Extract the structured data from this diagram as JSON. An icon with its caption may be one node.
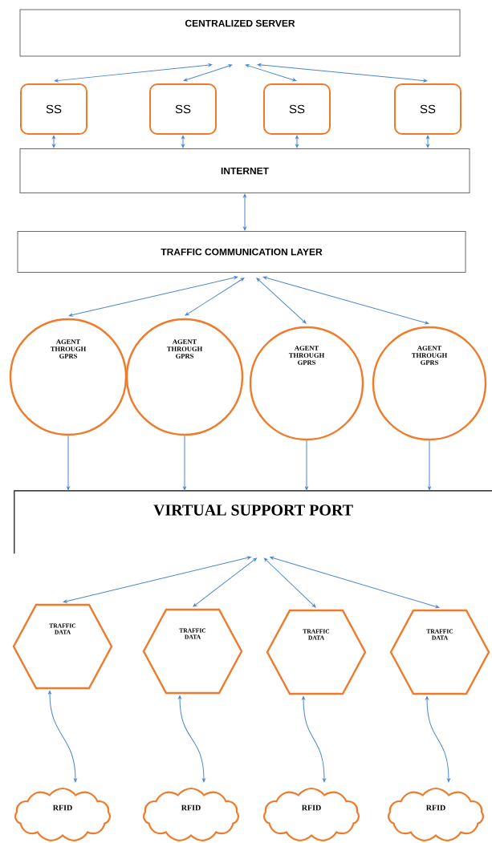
{
  "diagram": {
    "nodes": [
      {
        "text": [
          "CENTRALIZED SERVER"
        ]
      },
      {
        "text": [
          "SS"
        ]
      },
      {
        "text": [
          "SS"
        ]
      },
      {
        "text": [
          "SS"
        ]
      },
      {
        "text": [
          "SS"
        ]
      },
      {
        "text": [
          "INTERNET"
        ]
      },
      {
        "text": [
          "TRAFFIC COMMUNICATION LAYER"
        ]
      },
      {
        "text": [
          "AGENT THROUGH GPRS"
        ]
      },
      {
        "text": [
          "AGENT THROUGH GPRS"
        ]
      },
      {
        "text": [
          "AGENT THROUGH GPRS"
        ]
      },
      {
        "text": [
          "AGENT THROUGH GPRS"
        ]
      },
      {
        "text": [
          "VIRTUAL SUPPORT PORT"
        ]
      },
      {
        "text": [
          "TRAFFIC DATA"
        ]
      },
      {
        "text": [
          "TRAFFIC DATA"
        ]
      },
      {
        "text": [
          "TRAFFIC DATA"
        ]
      },
      {
        "text": [
          "TRAFFIC DATA"
        ]
      },
      {
        "text": [
          "RFID"
        ]
      },
      {
        "text": [
          "RFID"
        ]
      },
      {
        "text": [
          "RFID"
        ]
      },
      {
        "text": [
          "RFID"
        ]
      }
    ],
    "edges": [
      {
        "from": 0,
        "to": 1,
        "arrow": "both"
      },
      {
        "from": 0,
        "to": 2,
        "arrow": "both"
      },
      {
        "from": 0,
        "to": 3,
        "arrow": "both"
      },
      {
        "from": 0,
        "to": 4,
        "arrow": "both"
      },
      {
        "from": 1,
        "to": 5,
        "arrow": "both"
      },
      {
        "from": 2,
        "to": 5,
        "arrow": "both"
      },
      {
        "from": 3,
        "to": 5,
        "arrow": "both"
      },
      {
        "from": 4,
        "to": 5,
        "arrow": "both"
      },
      {
        "from": 5,
        "to": 6,
        "arrow": "both"
      },
      {
        "from": 6,
        "to": 7,
        "arrow": "both"
      },
      {
        "from": 6,
        "to": 8,
        "arrow": "both"
      },
      {
        "from": 6,
        "to": 9,
        "arrow": "both"
      },
      {
        "from": 6,
        "to": 10,
        "arrow": "both"
      },
      {
        "from": 7,
        "to": 11,
        "arrow": "to"
      },
      {
        "from": 8,
        "to": 11,
        "arrow": "to"
      },
      {
        "from": 9,
        "to": 11,
        "arrow": "to"
      },
      {
        "from": 10,
        "to": 11,
        "arrow": "to"
      },
      {
        "from": 11,
        "to": 12,
        "arrow": "both"
      },
      {
        "from": 11,
        "to": 13,
        "arrow": "both"
      },
      {
        "from": 11,
        "to": 14,
        "arrow": "both"
      },
      {
        "from": 11,
        "to": 15,
        "arrow": "both"
      },
      {
        "from": 12,
        "to": 16,
        "arrow": "both"
      },
      {
        "from": 13,
        "to": 17,
        "arrow": "both"
      },
      {
        "from": 14,
        "to": 18,
        "arrow": "both"
      },
      {
        "from": 15,
        "to": 19,
        "arrow": "both"
      }
    ]
  }
}
